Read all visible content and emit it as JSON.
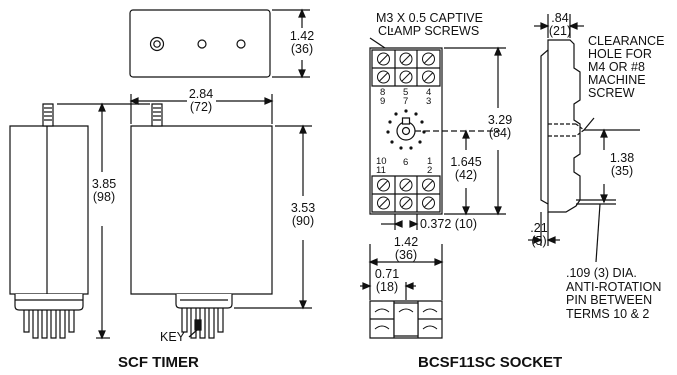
{
  "captions": {
    "timer": "SCF TIMER",
    "socket": "BCSF11SC SOCKET"
  },
  "timer": {
    "top_width": "1.42",
    "top_width_mm": "(36)",
    "width": "2.84",
    "width_mm": "(72)",
    "height_total": "3.85",
    "height_total_mm": "(98)",
    "height_body": "3.53",
    "height_body_mm": "(90)",
    "key_label": "KEY"
  },
  "socket": {
    "screws_line1": "M3 X 0.5 CAPTIVE",
    "screws_line2": "CLAMP SCREWS",
    "depth": ".84",
    "depth_mm": "(21)",
    "clearance_lines": [
      "CLEARANCE",
      "HOLE FOR",
      "M4 OR #8",
      "MACHINE",
      "SCREW"
    ],
    "height": "3.29",
    "height_mm": "(84)",
    "center_height": "1.645",
    "center_height_mm": "(42)",
    "rail_offset": "1.38",
    "rail_offset_mm": "(35)",
    "pin_offset": ".21",
    "pin_offset_mm": "(5)",
    "bottom_offset": "0.372 (10)",
    "width": "1.42",
    "width_mm": "(36)",
    "half_width": "0.71",
    "half_width_mm": "(18)",
    "pin_lines": [
      ".109 (3) DIA.",
      "ANTI-ROTATION",
      "PIN BETWEEN",
      "TERMS 10 & 2"
    ],
    "terminals": {
      "t8": "8",
      "t9": "9",
      "t5": "5",
      "t7": "7",
      "t4": "4",
      "t3": "3",
      "t10": "10",
      "t11": "11",
      "t6": "6",
      "t1": "1",
      "t2": "2"
    }
  }
}
